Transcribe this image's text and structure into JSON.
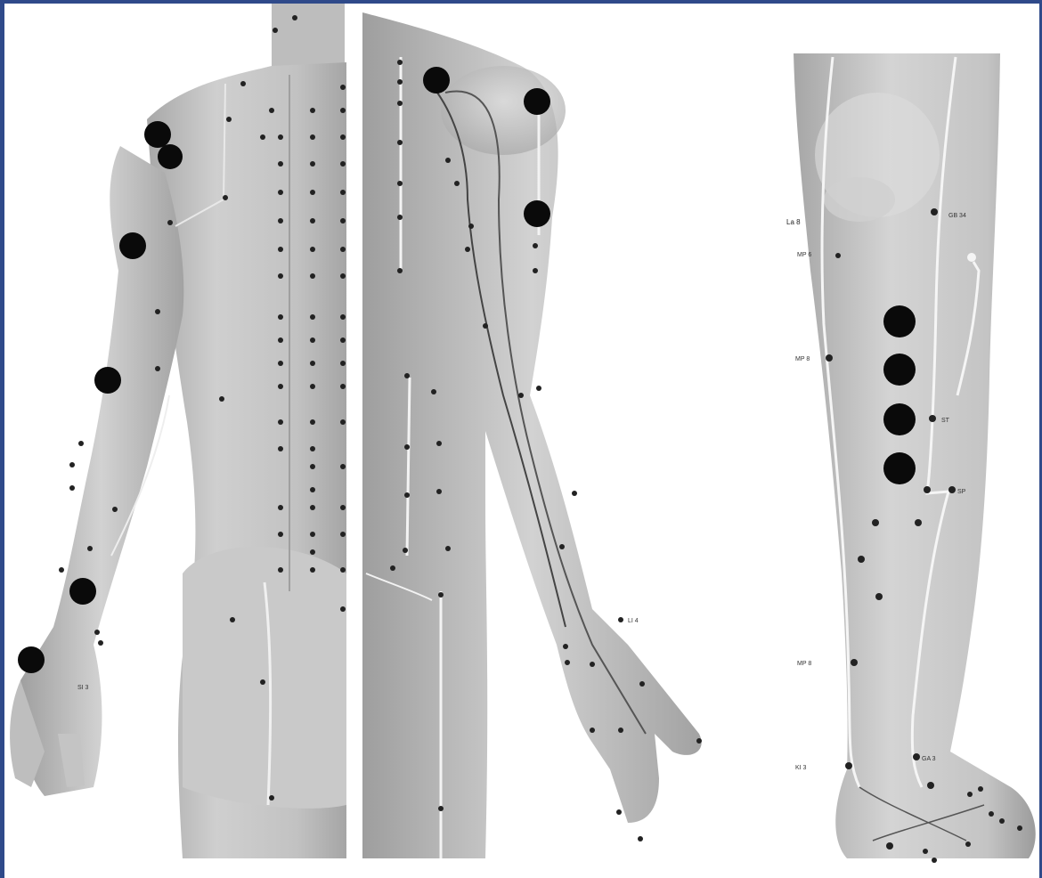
{
  "figure": {
    "panels": [
      "back-torso-arm",
      "side-shoulder-arm",
      "lower-leg-foot"
    ],
    "point_labels": {
      "leg_la": "La 8",
      "leg_mp1": "MP 6",
      "leg_mp2": "MP 8",
      "leg_mp3": "MP 8",
      "leg_ga": "GA 3",
      "leg_ki": "KI 3",
      "leg_sp": "SP",
      "leg_st": "ST",
      "leg_gb": "GB 34",
      "arm_li": "LI 4",
      "arm_si": "SI 3"
    },
    "captions": {
      "left_caption": "",
      "center_caption": ""
    },
    "colors": {
      "skin": "#b9b9b9",
      "skin_light": "#d7d7d7",
      "marker": "#0a0a0a",
      "frame": "#2f4a8a",
      "meridian_line": "#f4f4f4"
    }
  }
}
